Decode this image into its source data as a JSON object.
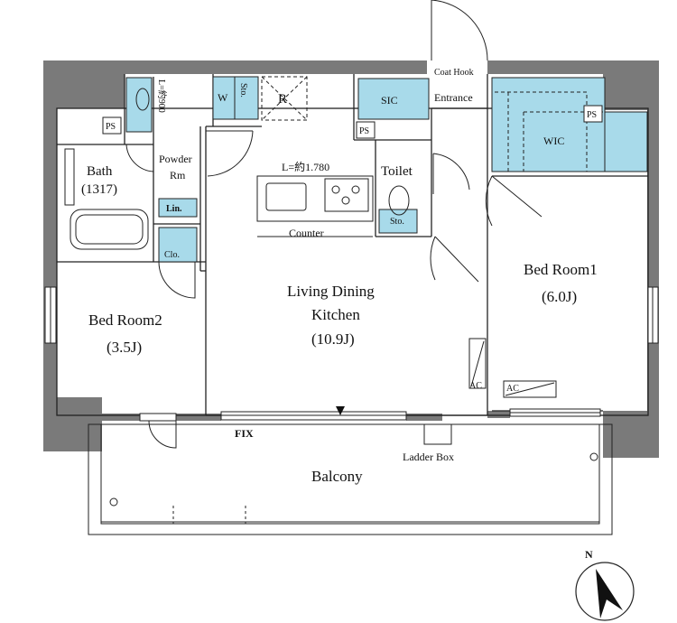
{
  "rooms": {
    "ldk": {
      "name": "Living Dining\nKitchen",
      "size": "(10.9J)"
    },
    "bedroom1": {
      "name": "Bed Room1",
      "size": "(6.0J)"
    },
    "bedroom2": {
      "name": "Bed Room2",
      "size": "(3.5J)"
    },
    "bath": {
      "name": "Bath",
      "size": "(1317)"
    },
    "powder": {
      "name": "Powder\nRm"
    },
    "toilet": {
      "name": "Toilet"
    },
    "entrance": {
      "name": "Entrance"
    },
    "coat_hook": {
      "name": "Coat Hook"
    },
    "sic": {
      "name": "SIC"
    },
    "wic": {
      "name": "WIC"
    },
    "balcony": {
      "name": "Balcony"
    }
  },
  "fixtures": {
    "counter": "Counter",
    "kitchen_length": "L=約1.780",
    "vanity_length": "L=約900",
    "linen": "Lin.",
    "closet": "Clo.",
    "washer": "W",
    "storage_top": "Sto.",
    "storage_toilet": "Sto.",
    "refrigerator": "R",
    "pipe_spaces": [
      "PS",
      "PS",
      "PS"
    ],
    "ac_units": [
      "AC",
      "AC"
    ],
    "fix_window": "FIX",
    "ladder_box": "Ladder Box"
  },
  "compass": {
    "north": "N"
  },
  "colors": {
    "wall": "#7a7a7a",
    "storage": "#a8daea",
    "line": "#222222"
  }
}
